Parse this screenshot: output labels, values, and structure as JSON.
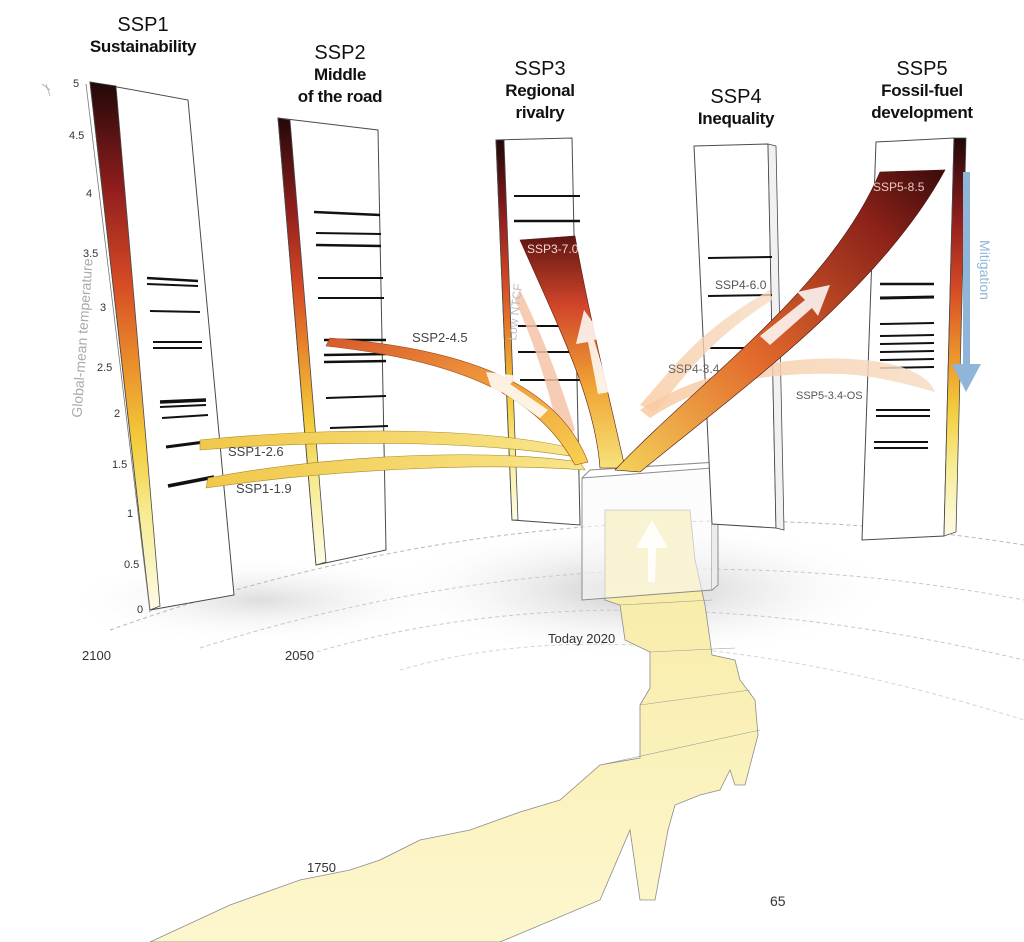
{
  "scenarios": [
    {
      "code": "SSP1",
      "name_lines": [
        "Sustainability"
      ]
    },
    {
      "code": "SSP2",
      "name_lines": [
        "Middle",
        "of the road"
      ]
    },
    {
      "code": "SSP3",
      "name_lines": [
        "Regional",
        "rivalry"
      ]
    },
    {
      "code": "SSP4",
      "name_lines": [
        "Inequality"
      ]
    },
    {
      "code": "SSP5",
      "name_lines": [
        "Fossil-fuel",
        "development"
      ]
    }
  ],
  "pathway_labels": {
    "ssp1_19": "SSP1-1.9",
    "ssp1_26": "SSP1-2.6",
    "ssp2_45": "SSP2-4.5",
    "ssp3_70": "SSP3-7.0",
    "low_ntcf": "Low NTCF",
    "ssp4_60": "SSP4-6.0",
    "ssp4_34": "SSP4-3.4",
    "ssp5_85": "SSP5-8.5",
    "ssp5_34os": "SSP5-3.4-OS"
  },
  "axis": {
    "title": "Global-mean temperature",
    "ticks": [
      "0",
      "0.5",
      "1",
      "1.5",
      "2",
      "2.5",
      "3",
      "3.5",
      "4",
      "4.5",
      "5"
    ]
  },
  "mitigation_label": "Mitigation",
  "time_labels": {
    "y2100": "2100",
    "y2050": "2050",
    "today": "Today 2020",
    "y1750": "1750"
  },
  "page_number": "65"
}
